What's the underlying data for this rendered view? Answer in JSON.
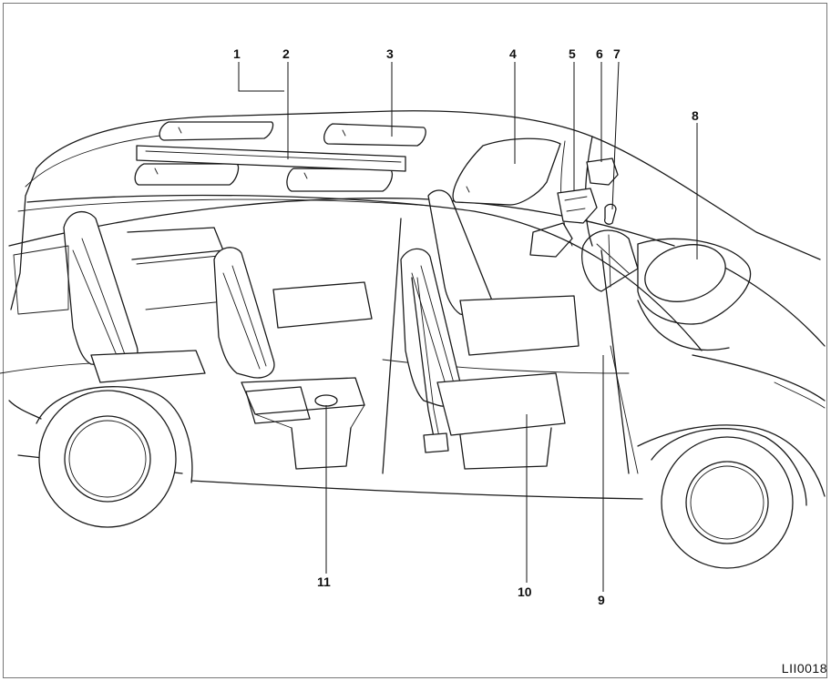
{
  "figure": {
    "callouts": [
      "1",
      "2",
      "3",
      "4",
      "5",
      "6",
      "7",
      "8",
      "9",
      "10",
      "11"
    ],
    "figure_code": "LII0018"
  }
}
